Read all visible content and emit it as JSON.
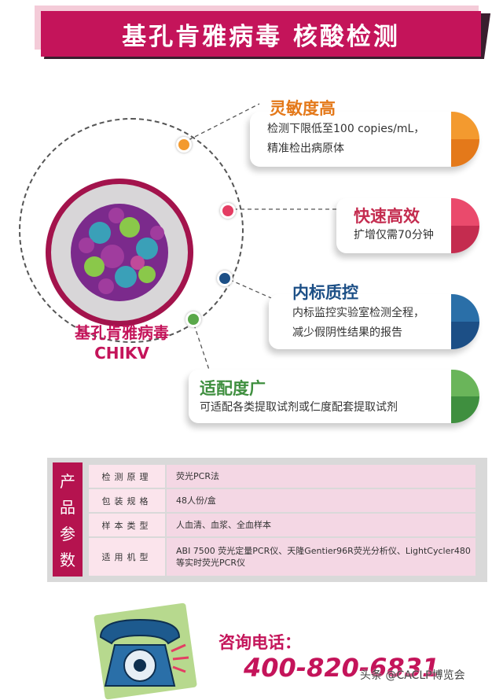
{
  "title": "基孔肯雅病毒 核酸检测",
  "virus": {
    "name_cn": "基孔肯雅病毒",
    "name_en": "CHIKV"
  },
  "features": [
    {
      "title": "灵敏度高",
      "lines": [
        "检测下限低至100 copies/mL，",
        "精准检出病原体"
      ],
      "color_a": "#f39a2f",
      "color_b": "#e4791a"
    },
    {
      "title": "快速高效",
      "lines": [
        "扩增仅需70分钟"
      ],
      "color_a": "#ea4a6c",
      "color_b": "#c42c4f"
    },
    {
      "title": "内标质控",
      "lines": [
        "内标监控实验室检测全程，",
        "减少假阴性结果的报告"
      ],
      "color_a": "#2a6fa8",
      "color_b": "#1c4f86"
    },
    {
      "title": "适配度广",
      "lines": [
        "可适配各类提取试剂或仁度配套提取试剂"
      ],
      "color_a": "#6ab55a",
      "color_b": "#3f8f3f"
    }
  ],
  "params": {
    "label_chars": [
      "产",
      "品",
      "参",
      "数"
    ],
    "rows": [
      {
        "key": "检测原理",
        "value": "荧光PCR法"
      },
      {
        "key": "包装规格",
        "value": "48人份/盒"
      },
      {
        "key": "样本类型",
        "value": "人血清、血浆、全血样本"
      },
      {
        "key": "适用机型",
        "value": "ABI 7500 荧光定量PCR仪、天隆Gentier96R荧光分析仪、LightCycler480等实时荧光PCR仪"
      }
    ]
  },
  "contact": {
    "label": "咨询电话：",
    "number": "400-820-6831"
  },
  "watermark": "头条 @CACLP博览会",
  "colors": {
    "brand": "#c4145a",
    "dark": "#3a1e2e"
  }
}
